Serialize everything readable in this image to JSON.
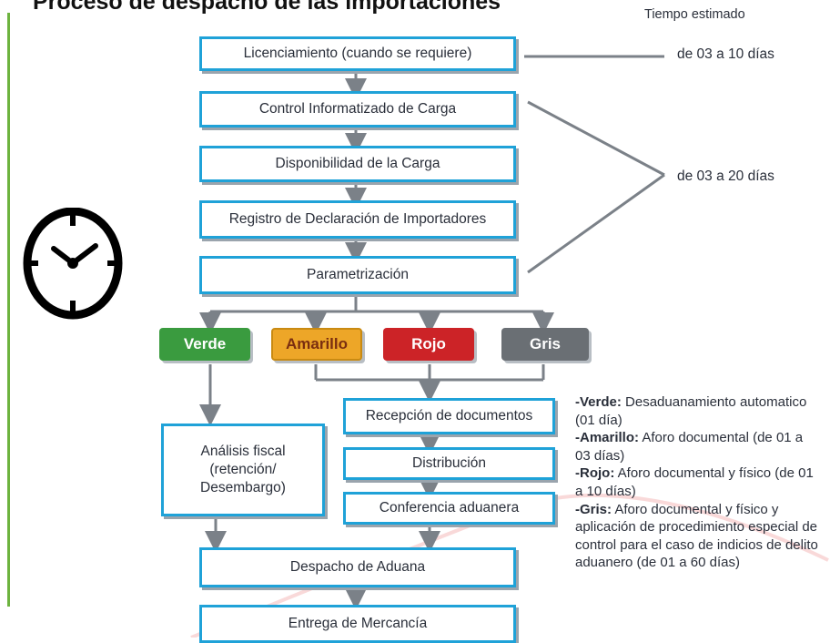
{
  "title": "Proceso de despacho de las importaciones",
  "time_header": "Tiempo estimado",
  "time_ranges": {
    "licensing": "de 03 a 10 días",
    "group": "de 03 a 20 días"
  },
  "steps": {
    "licenciamiento": "Licenciamiento (cuando se requiere)",
    "control": "Control Informatizado de Carga",
    "disponibilidad": "Disponibilidad de la Carga",
    "registro": "Registro de Declaración de Importadores",
    "parametrizacion": "Parametrización",
    "recepcion": "Recepción de documentos",
    "distribucion": "Distribución",
    "conferencia": "Conferencia aduanera",
    "analisis_line1": "Análisis fiscal",
    "analisis_line2": "(retención/",
    "analisis_line3": "Desembargo)",
    "despacho": "Despacho de Aduana",
    "entrega": "Entrega de Mercancía"
  },
  "channels": [
    {
      "label": "Verde",
      "color": "#3a9b3f",
      "text_color": "#ffffff"
    },
    {
      "label": "Amarillo",
      "color": "#eda628",
      "text_color": "#7a2e10"
    },
    {
      "label": "Rojo",
      "color": "#cc2327",
      "text_color": "#ffffff"
    },
    {
      "label": "Gris",
      "color": "#6a6f74",
      "text_color": "#ffffff"
    }
  ],
  "legend": [
    {
      "key": "-Verde:",
      "text": " Desaduanamiento automatico (01 día)"
    },
    {
      "key": "-Amarillo:",
      "text": " Aforo documental (de 01 a 03 días)"
    },
    {
      "key": "-Rojo:",
      "text": " Aforo documental y físico (de 01 a 10 días)"
    },
    {
      "key": "-Gris:",
      "text": " Aforo documental y físico y aplicación de procedimiento especial de control para el caso de indicios de delito aduanero (de 01 a 60 días)"
    }
  ],
  "colors": {
    "box_border": "#1fa2d8",
    "accent_bar": "#6db33f",
    "connector": "#7b8188"
  },
  "icon": "clock-icon"
}
